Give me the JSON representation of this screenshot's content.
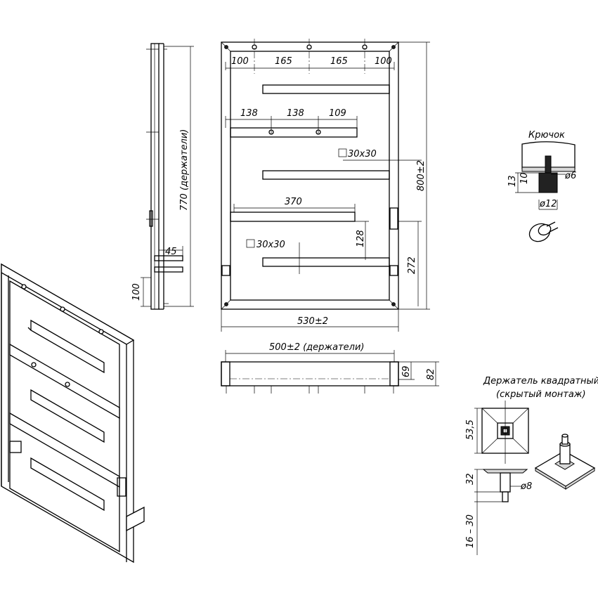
{
  "front_view": {
    "dims": {
      "d100_left": "100",
      "d165_a": "165",
      "d165_b": "165",
      "d100_right": "100",
      "d138_a": "138",
      "d138_b": "138",
      "d109": "109",
      "sq_30x30_top": "30x30",
      "d370": "370",
      "d128": "128",
      "sq_30x30_bottom": "30x30",
      "d272": "272",
      "d800": "800±2",
      "d530": "530±2"
    }
  },
  "side_view": {
    "dims": {
      "d770": "770 (держатели)",
      "d45": "45",
      "d100": "100"
    }
  },
  "top_view": {
    "dims": {
      "d500": "500±2 (держатели)",
      "d69": "69",
      "d82": "82"
    }
  },
  "hook": {
    "title": "Крючок",
    "dims": {
      "d13": "13",
      "d10": "10",
      "d6": "ø6",
      "d12": "ø12"
    }
  },
  "holder": {
    "title_line1": "Держатель квадратный",
    "title_line2": "(скрытый монтаж)",
    "dims": {
      "d53_5": "53,5",
      "d32": "32",
      "d8": "ø8",
      "d16_30": "16 – 30"
    }
  }
}
